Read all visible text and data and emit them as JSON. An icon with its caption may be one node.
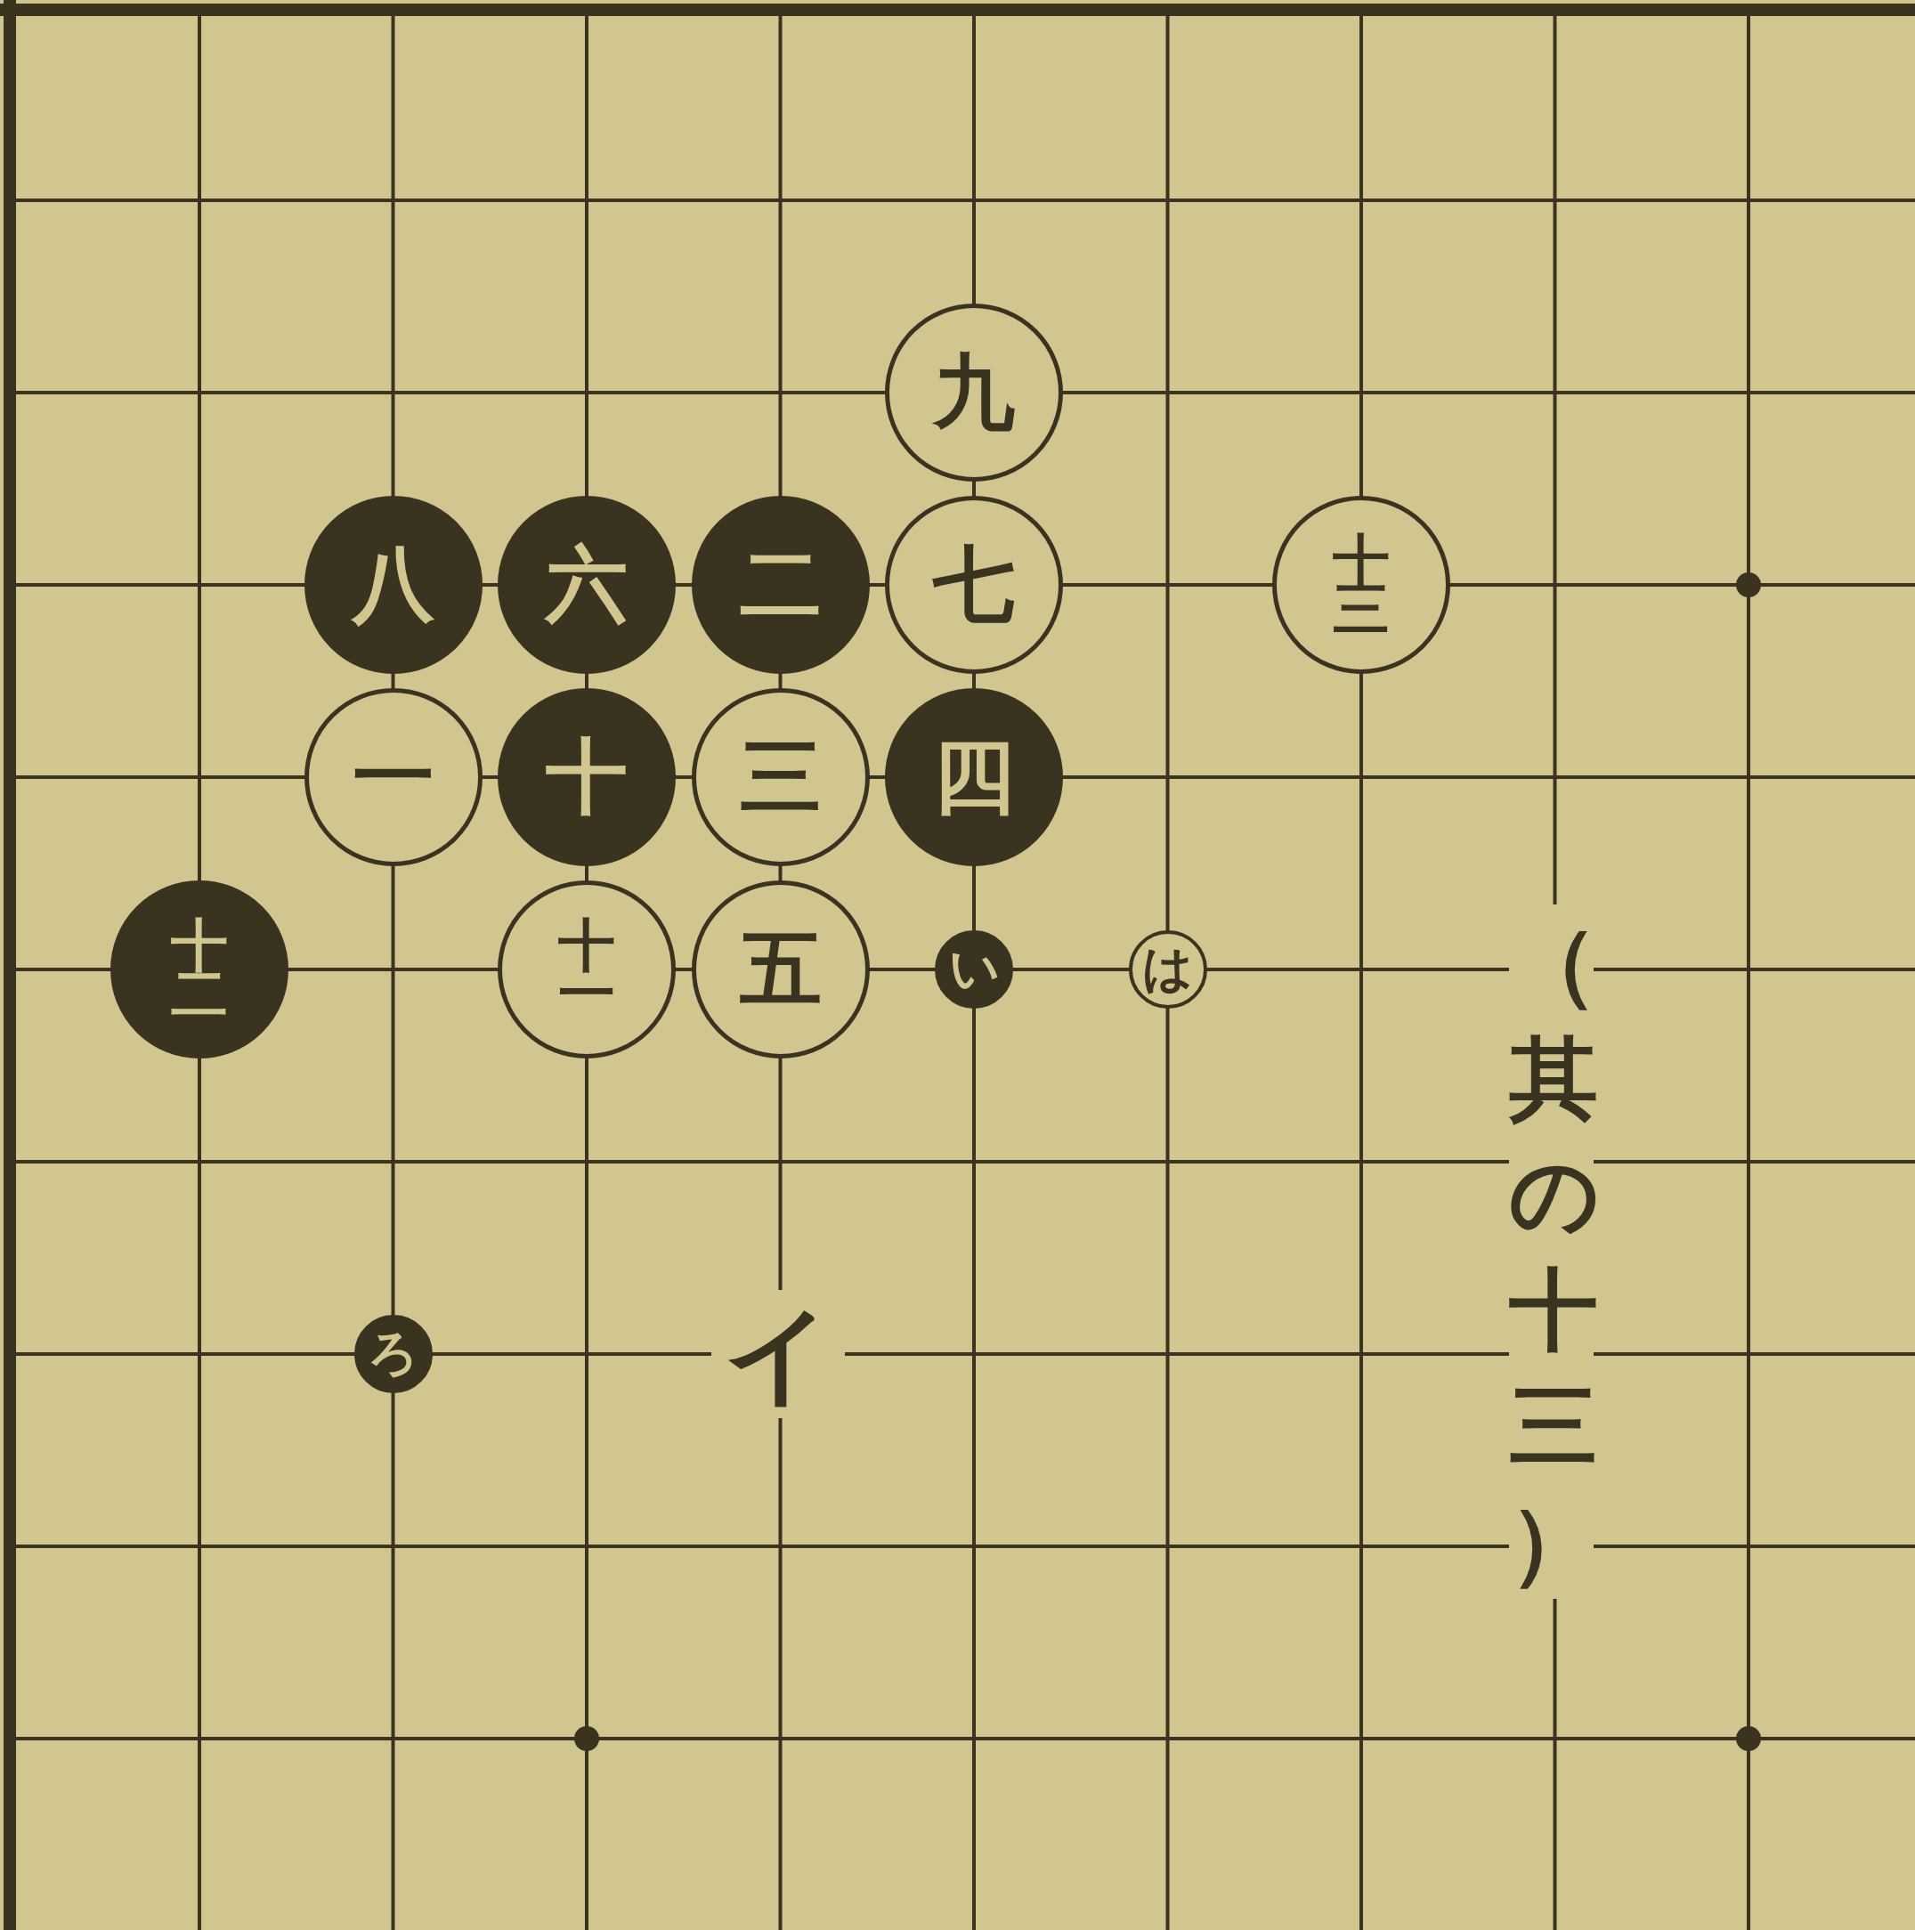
{
  "diagram": {
    "nodes": [
      {
        "text": [
          "九"
        ]
      },
      {
        "text": [
          "八"
        ]
      },
      {
        "text": [
          "六"
        ]
      },
      {
        "text": [
          "二"
        ]
      },
      {
        "text": [
          "七"
        ]
      },
      {
        "text": [
          "十三"
        ]
      },
      {
        "text": [
          "一"
        ]
      },
      {
        "text": [
          "十"
        ]
      },
      {
        "text": [
          "三"
        ]
      },
      {
        "text": [
          "四"
        ]
      },
      {
        "text": [
          "十二"
        ]
      },
      {
        "text": [
          "十一"
        ]
      },
      {
        "text": [
          "五"
        ]
      },
      {
        "text": [
          "い"
        ]
      },
      {
        "text": [
          "は"
        ]
      },
      {
        "text": [
          "ろ"
        ]
      }
    ],
    "labels": [
      "（其の十三）",
      "イ"
    ]
  }
}
